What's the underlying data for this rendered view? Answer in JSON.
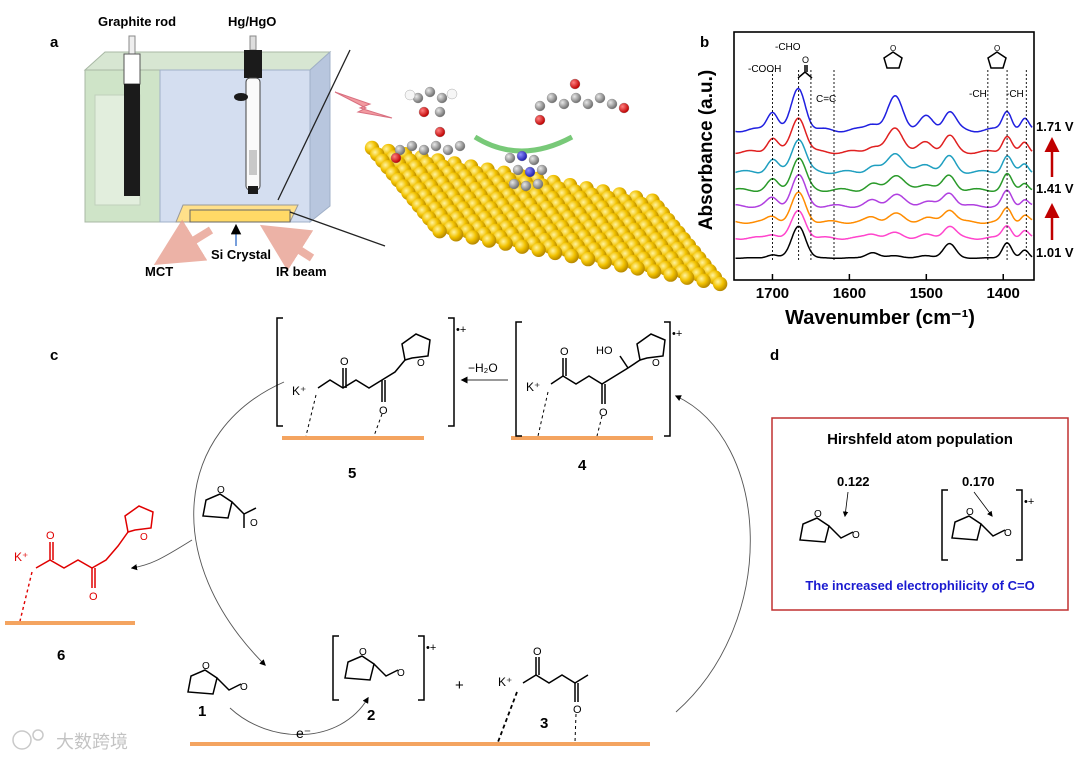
{
  "panels": {
    "a": "a",
    "b": "b",
    "c": "c",
    "d": "d"
  },
  "panel_a": {
    "electrode1": "Graphite rod",
    "electrode2": "Hg/HgO",
    "crystal": "Si Crystal",
    "detector": "MCT",
    "beam": "IR beam"
  },
  "chart_data": {
    "type": "line",
    "xlabel": "Wavenumber (cm⁻¹)",
    "ylabel": "Absorbance (a.u.)",
    "xlim": [
      1750,
      1360
    ],
    "x_ticks": [
      1700,
      1600,
      1500,
      1400
    ],
    "series_colors": [
      "#000000",
      "#ff44cc",
      "#ff8c00",
      "#b040e0",
      "#2a9a2a",
      "#1f9fc0",
      "#e02020",
      "#2020e0"
    ],
    "potential_labels": [
      "1.01 V",
      "1.41 V",
      "1.71 V"
    ],
    "peak_labels": {
      "cooh": "-COOH",
      "cho": "-CHO",
      "cc": "C=C",
      "ch1": "-CH",
      "ch2": "-CH"
    },
    "peak_positions": [
      1700,
      1666,
      1650,
      1620,
      1420,
      1395,
      1370
    ]
  },
  "panel_c": {
    "cmpd1": "1",
    "cmpd2": "2",
    "cmpd3": "3",
    "cmpd4": "4",
    "cmpd5": "5",
    "cmpd6": "6",
    "electron": "e⁻",
    "water_loss": "−H₂O",
    "radical_cation": "•+",
    "plus": "+",
    "kplus": "K⁺",
    "oxygen": "O",
    "hydroxyl": "HO"
  },
  "panel_d": {
    "title": "Hirshfeld atom population",
    "value1": "0.122",
    "value2": "0.170",
    "caption": "The increased electrophilicity of C=O",
    "charge": "•+"
  },
  "watermark": "大数跨境"
}
